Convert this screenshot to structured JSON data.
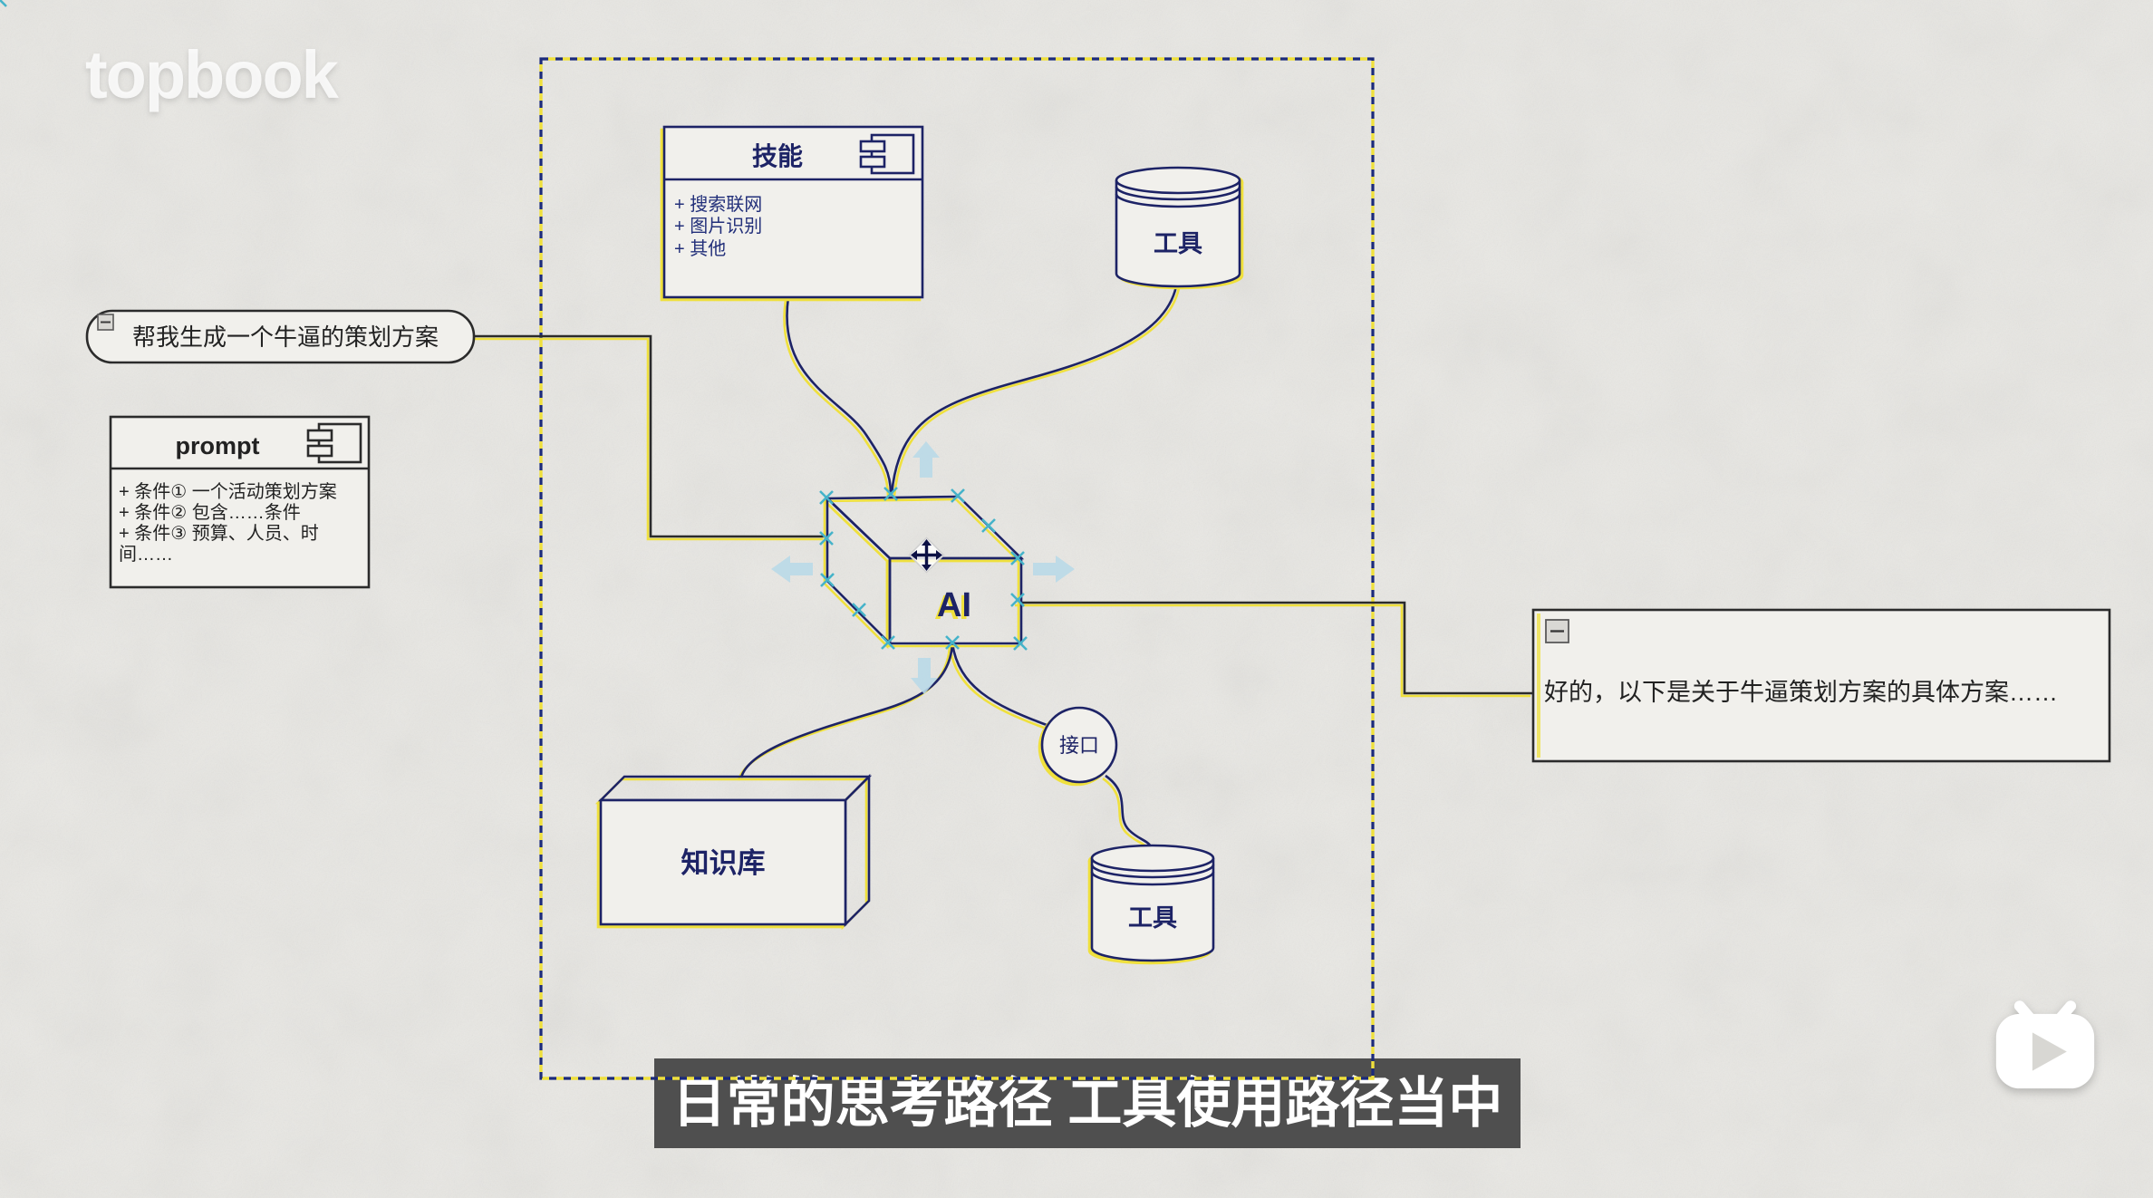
{
  "watermark": {
    "logo_text": "topbook"
  },
  "subtitle_bar": {
    "text": "日常的思考路径 工具使用路径当中"
  },
  "video_controls": {
    "play_icon": "bilibili-tv-play"
  },
  "diagram": {
    "user_prompt_bubble": {
      "text": "帮我生成一个牛逼的策划方案",
      "collapse_icon": "−"
    },
    "prompt_component": {
      "title": "prompt",
      "lines": [
        "+ 条件① 一个活动策划方案",
        "+ 条件② 包含……条件",
        "+ 条件③ 预算、人员、时",
        "间……"
      ]
    },
    "skills_component": {
      "title": "技能",
      "lines": [
        "+ 搜索联网",
        "+ 图片识别",
        "+ 其他"
      ]
    },
    "ai_node": {
      "label": "AI"
    },
    "tool_db_top": {
      "label": "工具"
    },
    "interface_node": {
      "label": "接口"
    },
    "tool_db_bottom": {
      "label": "工具"
    },
    "knowledge_base_node": {
      "label": "知识库"
    },
    "response_note": {
      "text": "好的，以下是关于牛逼策划方案的具体方案……",
      "collapse_icon": "−"
    },
    "colors": {
      "selection_blue": "#1d2366",
      "highlight_yellow": "#efe03d",
      "ink_black": "#2b2b2b",
      "hint_arrow_blue": "#b9d9e8",
      "connection_point_teal": "#45b3c9",
      "paper_background": "#e9e8e4",
      "subtitle_background": "#494949",
      "subtitle_text": "#ffffff",
      "cube_face_gray": "#cbcbc9"
    }
  }
}
